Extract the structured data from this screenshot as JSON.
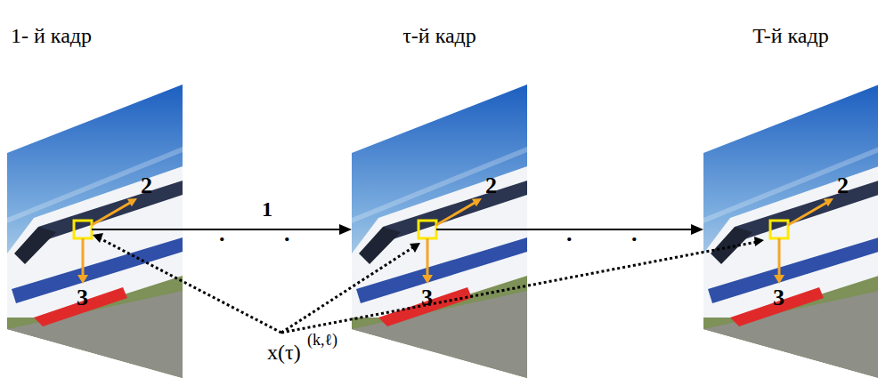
{
  "diagram": {
    "nodes": [
      {
        "text": [
          "1- й кадр"
        ]
      },
      {
        "text": [
          "τ-й кадр"
        ]
      },
      {
        "text": [
          "T-й кадр"
        ]
      }
    ],
    "edges": [
      {
        "from": 0,
        "to": 1,
        "arrow": "to",
        "label": "1"
      },
      {
        "from": 1,
        "to": 2,
        "arrow": "to"
      }
    ],
    "labels": [
      "2",
      "3",
      "2",
      "3",
      "2",
      "3",
      ". .",
      ". .",
      "x(τ)",
      "(k,ℓ)"
    ]
  }
}
